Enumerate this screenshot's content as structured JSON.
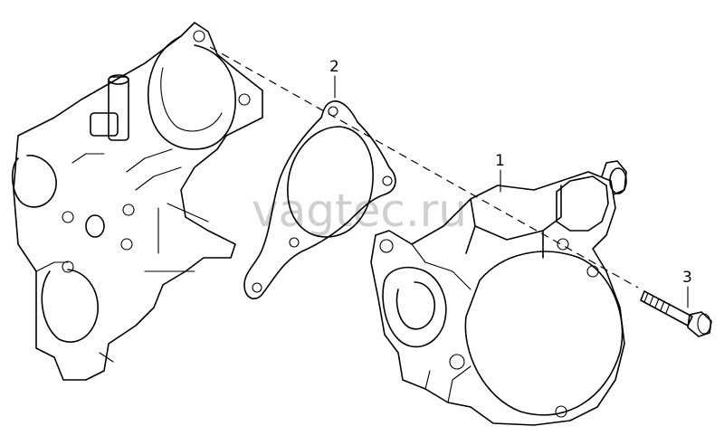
{
  "watermark": "vagtec.ru",
  "callouts": [
    {
      "id": "1",
      "label": "1"
    },
    {
      "id": "2",
      "label": "2"
    },
    {
      "id": "3",
      "label": "3"
    }
  ],
  "colors": {
    "line": "#000000",
    "watermark": "#cfcfcf",
    "background": "#ffffff"
  }
}
